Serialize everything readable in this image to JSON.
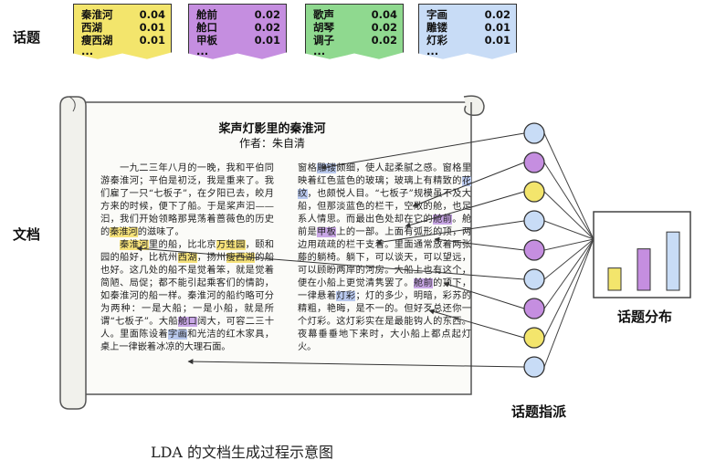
{
  "labels": {
    "topics": "话题",
    "document": "文档",
    "topic_distribution": "话题分布",
    "topic_assignment": "话题指派"
  },
  "topics": [
    {
      "color": "#f3e56c",
      "words": [
        {
          "w": "秦淮河",
          "p": "0.04"
        },
        {
          "w": "西湖",
          "p": "0.01"
        },
        {
          "w": "瘦西湖",
          "p": "0.01"
        }
      ],
      "more": "..."
    },
    {
      "color": "#c58ee0",
      "words": [
        {
          "w": "舱前",
          "p": "0.02"
        },
        {
          "w": "舱口",
          "p": "0.02"
        },
        {
          "w": "甲板",
          "p": "0.01"
        }
      ],
      "more": "..."
    },
    {
      "color": "#8fd98f",
      "words": [
        {
          "w": "歌声",
          "p": "0.04"
        },
        {
          "w": "胡琴",
          "p": "0.02"
        },
        {
          "w": "调子",
          "p": "0.02"
        }
      ],
      "more": "..."
    },
    {
      "color": "#c8dcf6",
      "words": [
        {
          "w": "字画",
          "p": "0.02"
        },
        {
          "w": "雕镂",
          "p": "0.01"
        },
        {
          "w": "灯彩",
          "p": "0.01"
        }
      ],
      "more": "..."
    }
  ],
  "document": {
    "title": "桨声灯影里的秦淮河",
    "author": "作者：朱自清",
    "left_column": [
      {
        "t": "　　一九二三年八月的一晚，我和平伯同游秦淮河；平伯是初泛，我是重来了。我们雇了一只“七板子”，在夕阳已去，皎月方来的时候，便下了船。于是桨声汩——汩，我们开始领略那晃荡着蔷薇色的历史的"
      },
      {
        "t": "秦淮河",
        "h": "y"
      },
      {
        "t": "的滋味了。\n"
      },
      {
        "t": "秦淮河",
        "h": "y"
      },
      {
        "t": "里的船，比北京"
      },
      {
        "t": "万甡园",
        "h": "y"
      },
      {
        "t": "，颐和园的船好，比杭州"
      },
      {
        "t": "西湖",
        "h": "y"
      },
      {
        "t": "，扬州"
      },
      {
        "t": "瘦西湖",
        "h": "y"
      },
      {
        "t": "的船也好。这几处的船不是觉着笨，就是觉着简陋、局促；都不能引起乘客们的情韵，如秦淮河的船一样。秦淮河的船约略可分为两种：一是大船；一是小船，就是所谓“七板子”。大船"
      },
      {
        "t": "舱口",
        "h": "p"
      },
      {
        "t": "阔大，可容二三十人。里面陈设着"
      },
      {
        "t": "字画",
        "h": "b"
      },
      {
        "t": "和光洁的红木家具，桌上一律嵌着冰凉的大理石面。"
      }
    ],
    "right_column": [
      {
        "t": "窗格"
      },
      {
        "t": "雕镂",
        "h": "b"
      },
      {
        "t": "颇细，使人起柔腻之感。窗格里映着红色蓝色的玻璃；玻璃上有精致的"
      },
      {
        "t": "花纹",
        "h": "b"
      },
      {
        "t": "，也颇悦人目。“七板子”规模虽不及大船，但那淡蓝色的栏干，空敞的舱，也足系人情思。而最出色处却在它的"
      },
      {
        "t": "舱前",
        "h": "p"
      },
      {
        "t": "。舱前是"
      },
      {
        "t": "甲板",
        "h": "p"
      },
      {
        "t": "上的一部。上面有弧形的顶，两边用疏疏的栏干支着。里面通常放着两张藤的躺椅。躺下，可以谈天，可以望远，可以顾盼两岸的河房。大船上也有这个，便在小船上更觉清隽罢了。"
      },
      {
        "t": "舱前",
        "h": "p"
      },
      {
        "t": "的顶下，一律悬着"
      },
      {
        "t": "灯彩",
        "h": "b"
      },
      {
        "t": "；灯的多少，明暗，彩苏的精粗，艳晦，是不一的。但好歹总还你一个灯彩。这灯彩实在是最能钩人的东西。夜幕垂垂地下来时，大小船上都点起灯火。"
      }
    ]
  },
  "assignment_colors": [
    "#c8dcf6",
    "#c58ee0",
    "#f3e56c",
    "#c8dcf6",
    "#c58ee0",
    "#c8dcf6",
    "#c58ee0",
    "#f3e56c",
    "#c8dcf6"
  ],
  "topic_distribution": [
    {
      "color": "#f3e56c",
      "value": 0.29
    },
    {
      "color": "#c58ee0",
      "value": 0.54
    },
    {
      "color": "#c8dcf6",
      "value": 0.76
    }
  ],
  "caption": "LDA 的文档生成过程示意图"
}
